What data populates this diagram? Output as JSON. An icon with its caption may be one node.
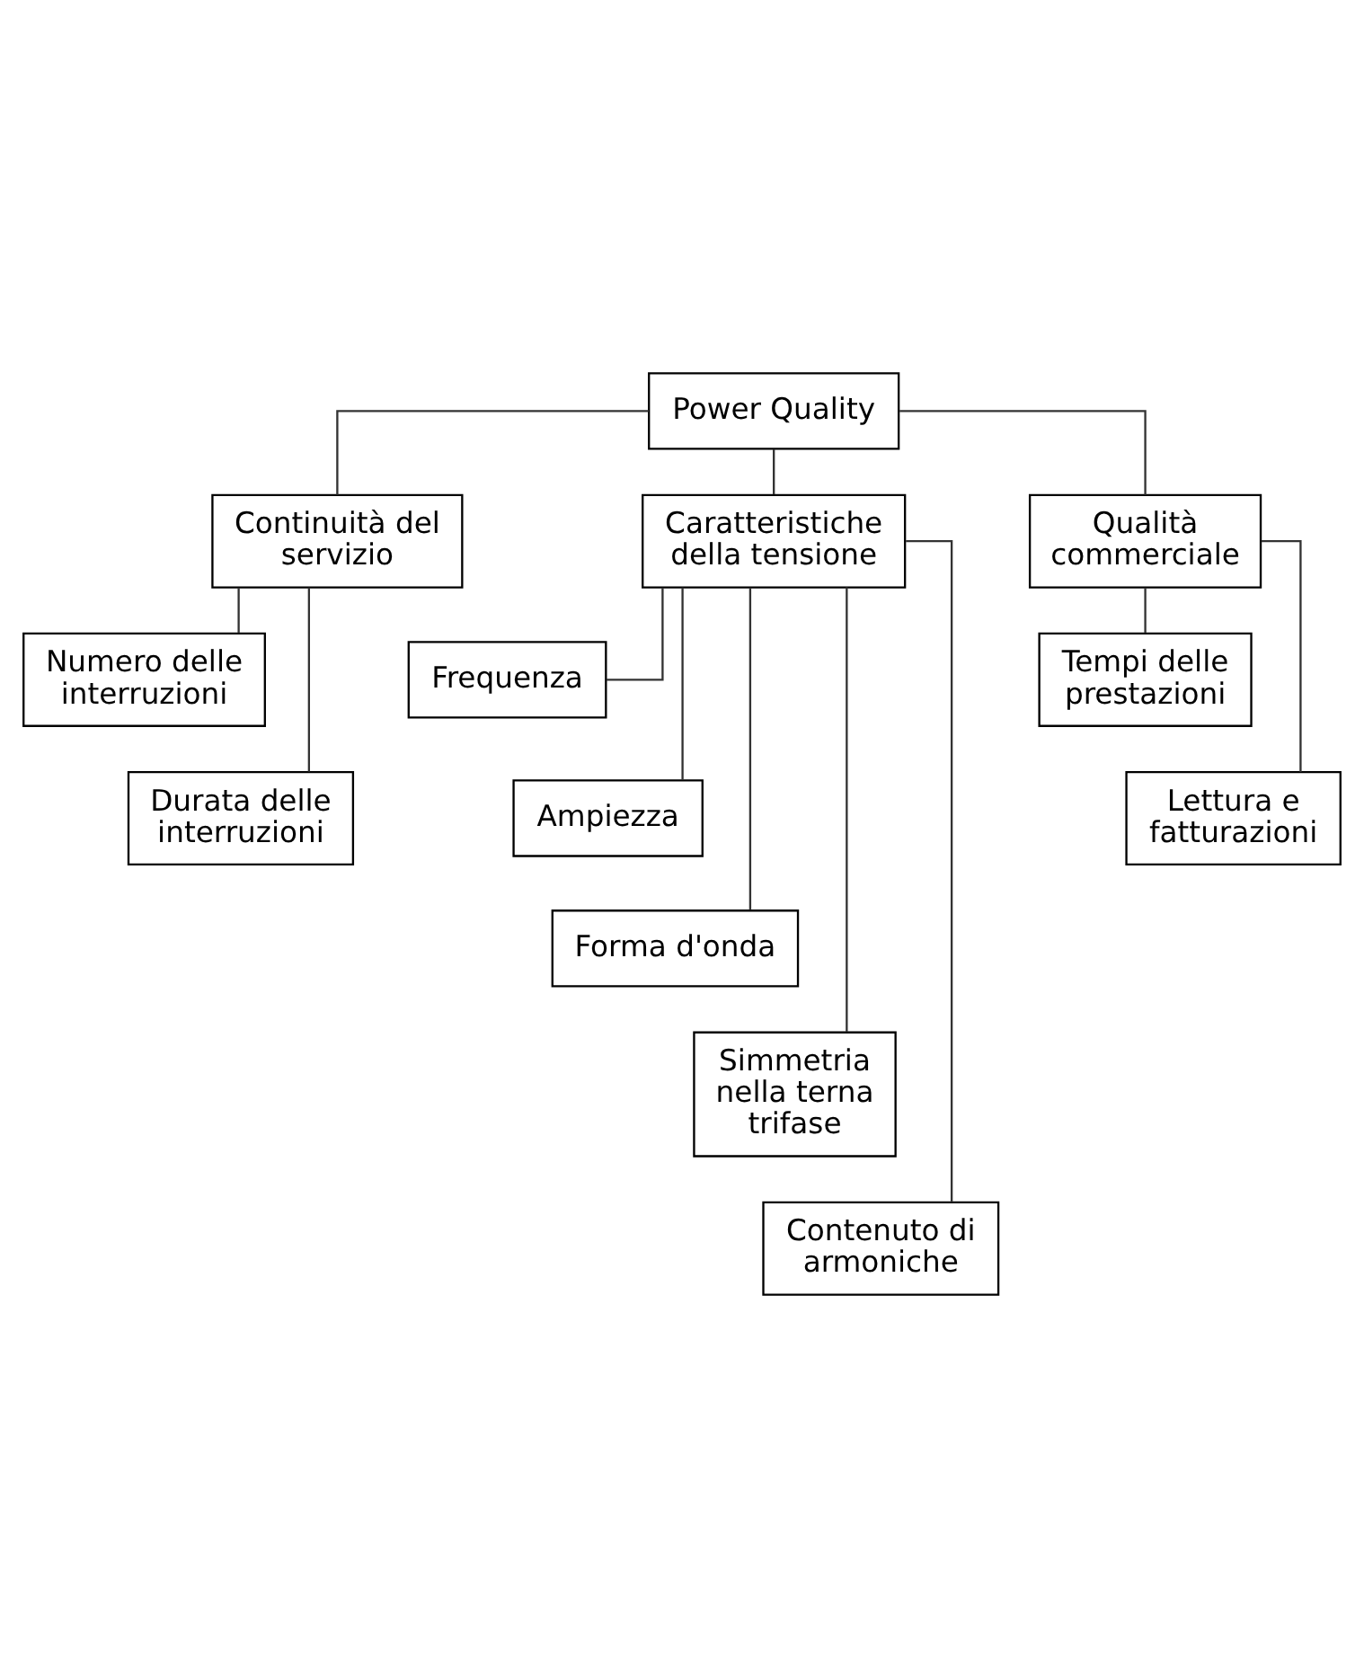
{
  "diagram": {
    "nodes": [
      {
        "text": [
          "Power Quality"
        ]
      },
      {
        "text": [
          "Continuità del servizio"
        ]
      },
      {
        "text": [
          "Caratteristiche della tensione"
        ]
      },
      {
        "text": [
          "Qualità commerciale"
        ]
      },
      {
        "text": [
          "Numero delle interruzioni"
        ]
      },
      {
        "text": [
          "Durata delle interruzioni"
        ]
      },
      {
        "text": [
          "Frequenza"
        ]
      },
      {
        "text": [
          "Ampiezza"
        ]
      },
      {
        "text": [
          "Forma d'onda"
        ]
      },
      {
        "text": [
          "Simmetria nella terna trifase"
        ]
      },
      {
        "text": [
          "Contenuto di armoniche"
        ]
      },
      {
        "text": [
          "Tempi delle prestazioni"
        ]
      },
      {
        "text": [
          "Lettura e fatturazioni"
        ]
      }
    ],
    "edges": [
      {
        "from": 0,
        "to": 1,
        "arrow": "none"
      },
      {
        "from": 0,
        "to": 2,
        "arrow": "none"
      },
      {
        "from": 0,
        "to": 3,
        "arrow": "none"
      },
      {
        "from": 1,
        "to": 4,
        "arrow": "none"
      },
      {
        "from": 1,
        "to": 5,
        "arrow": "none"
      },
      {
        "from": 2,
        "to": 6,
        "arrow": "none"
      },
      {
        "from": 2,
        "to": 7,
        "arrow": "none"
      },
      {
        "from": 2,
        "to": 8,
        "arrow": "none"
      },
      {
        "from": 2,
        "to": 9,
        "arrow": "none"
      },
      {
        "from": 2,
        "to": 10,
        "arrow": "none"
      },
      {
        "from": 3,
        "to": 11,
        "arrow": "none"
      },
      {
        "from": 3,
        "to": 12,
        "arrow": "none"
      }
    ]
  }
}
